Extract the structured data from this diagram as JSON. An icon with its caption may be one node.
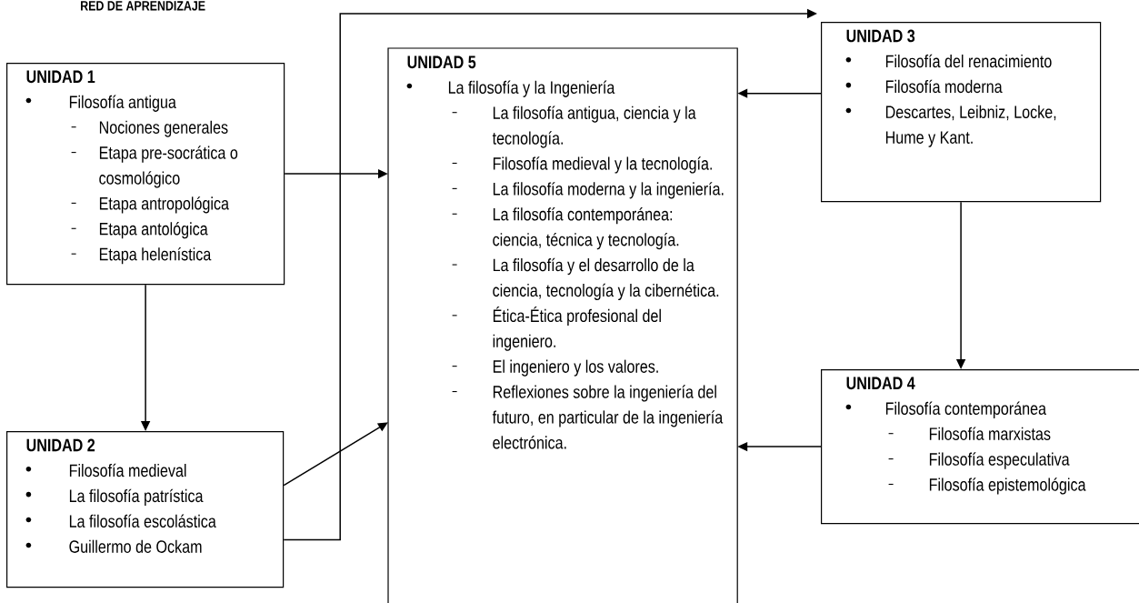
{
  "diagram": {
    "title": "RED DE APRENDIZAJE",
    "nodes": [
      {
        "text": [
          "UNIDAD 1",
          "Filosofía antigua",
          "Nociones generales",
          "Etapa pre-socrática o cosmológico",
          "Etapa antropológica",
          "Etapa antológica",
          "Etapa helenística"
        ]
      },
      {
        "text": [
          "UNIDAD 5",
          "La filosofía y la Ingeniería",
          "La filosofía antigua, ciencia y la tecnología.",
          "Filosofía medieval y la tecnología.",
          "La filosofía moderna y la ingeniería.",
          "La filosofía contemporánea: ciencia, técnica y tecnología.",
          "La filosofía y el desarrollo de la ciencia, tecnología y la cibernética.",
          "Ética-Ética profesional del ingeniero.",
          "El ingeniero y los valores.",
          "Reflexiones sobre la ingeniería del futuro, en particular de la ingeniería electrónica."
        ]
      },
      {
        "text": [
          "UNIDAD 3",
          "Filosofía del renacimiento",
          "Filosofía moderna",
          "Descartes, Leibniz, Locke, Hume y Kant."
        ]
      },
      {
        "text": [
          "UNIDAD 4",
          "Filosofía contemporánea",
          "Filosofía marxistas",
          "Filosofía especulativa",
          "Filosofía epistemológica"
        ]
      },
      {
        "text": [
          "UNIDAD 2",
          "Filosofía medieval",
          "La filosofía patrística",
          "La filosofía escolástica",
          "Guillermo de Ockam"
        ]
      }
    ],
    "edges": [
      {
        "from": 0,
        "to": 1,
        "arrow": "to"
      },
      {
        "from": 0,
        "to": 4,
        "arrow": "to"
      },
      {
        "from": 4,
        "to": 1,
        "arrow": "to"
      },
      {
        "from": 4,
        "to": 2,
        "arrow": "to"
      },
      {
        "from": 2,
        "to": 1,
        "arrow": "to"
      },
      {
        "from": 2,
        "to": 3,
        "arrow": "to"
      },
      {
        "from": 3,
        "to": 1,
        "arrow": "to"
      }
    ]
  }
}
